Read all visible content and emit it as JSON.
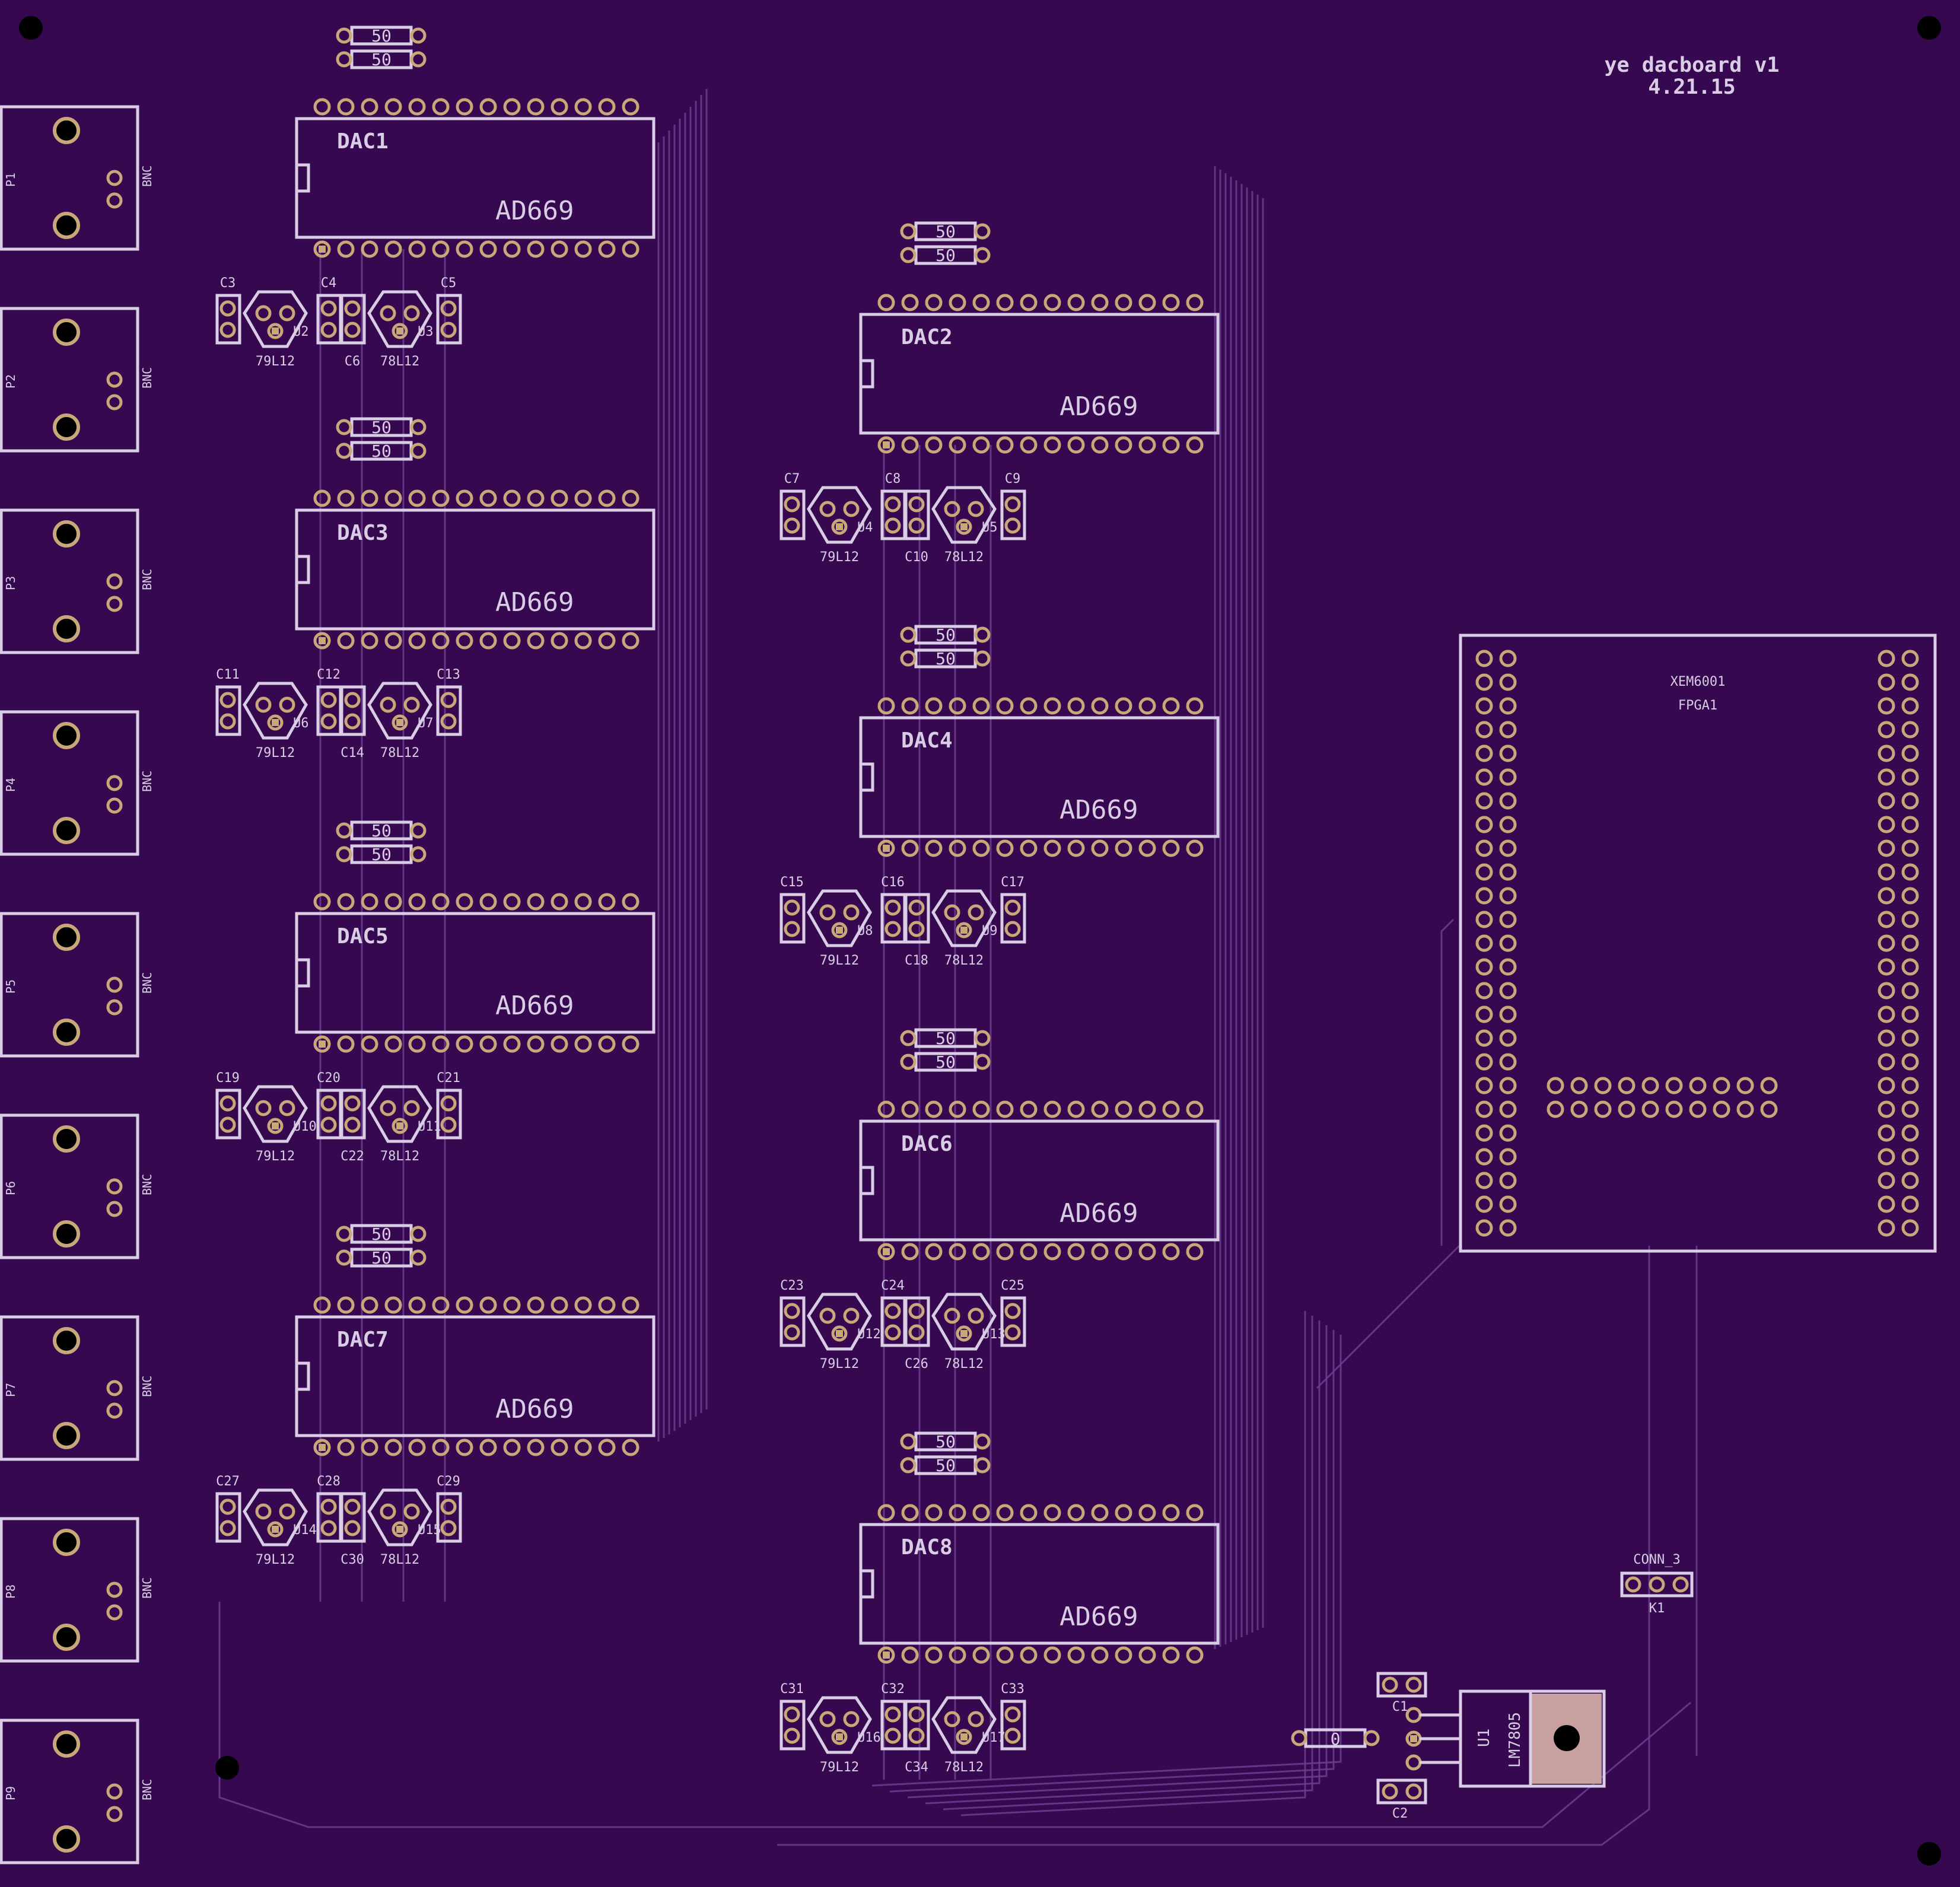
{
  "board": {
    "title_line1": "ye dacboard v1",
    "title_line2": "4.21.15",
    "background": "#36084f",
    "silk_color": "#d9cde6",
    "pad_color": "#c8a878"
  },
  "bnc": [
    {
      "ref": "P1",
      "type": "BNC"
    },
    {
      "ref": "P2",
      "type": "BNC"
    },
    {
      "ref": "P3",
      "type": "BNC"
    },
    {
      "ref": "P4",
      "type": "BNC"
    },
    {
      "ref": "P5",
      "type": "BNC"
    },
    {
      "ref": "P6",
      "type": "BNC"
    },
    {
      "ref": "P7",
      "type": "BNC"
    },
    {
      "ref": "P8",
      "type": "BNC"
    },
    {
      "ref": "P9",
      "type": "BNC"
    }
  ],
  "dacs": [
    {
      "ref": "DAC1",
      "part": "AD669",
      "res_top": "50",
      "res_bottom": "50",
      "caps": [
        "C3",
        "C4",
        "C6",
        "C5"
      ],
      "reg_neg": "U2",
      "reg_neg_val": "79L12",
      "reg_pos": "U3",
      "reg_pos_val": "78L12"
    },
    {
      "ref": "DAC2",
      "part": "AD669",
      "res_top": "50",
      "res_bottom": "50",
      "caps": [
        "C7",
        "C8",
        "C10",
        "C9"
      ],
      "reg_neg": "U4",
      "reg_neg_val": "79L12",
      "reg_pos": "U5",
      "reg_pos_val": "78L12"
    },
    {
      "ref": "DAC3",
      "part": "AD669",
      "res_top": "50",
      "res_bottom": "50",
      "caps": [
        "C11",
        "C12",
        "C14",
        "C13"
      ],
      "reg_neg": "U6",
      "reg_neg_val": "79L12",
      "reg_pos": "U7",
      "reg_pos_val": "78L12"
    },
    {
      "ref": "DAC4",
      "part": "AD669",
      "res_top": "50",
      "res_bottom": "50",
      "caps": [
        "C15",
        "C16",
        "C18",
        "C17"
      ],
      "reg_neg": "U8",
      "reg_neg_val": "79L12",
      "reg_pos": "U9",
      "reg_pos_val": "78L12"
    },
    {
      "ref": "DAC5",
      "part": "AD669",
      "res_top": "50",
      "res_bottom": "50",
      "caps": [
        "C19",
        "C20",
        "C22",
        "C21"
      ],
      "reg_neg": "U10",
      "reg_neg_val": "79L12",
      "reg_pos": "U11",
      "reg_pos_val": "78L12"
    },
    {
      "ref": "DAC6",
      "part": "AD669",
      "res_top": "50",
      "res_bottom": "50",
      "caps": [
        "C23",
        "C24",
        "C26",
        "C25"
      ],
      "reg_neg": "U12",
      "reg_neg_val": "79L12",
      "reg_pos": "U13",
      "reg_pos_val": "78L12"
    },
    {
      "ref": "DAC7",
      "part": "AD669",
      "res_top": "50",
      "res_bottom": "50",
      "caps": [
        "C27",
        "C28",
        "C30",
        "C29"
      ],
      "reg_neg": "U14",
      "reg_neg_val": "79L12",
      "reg_pos": "U15",
      "reg_pos_val": "78L12"
    },
    {
      "ref": "DAC8",
      "part": "AD669",
      "res_top": "50",
      "res_bottom": "50",
      "caps": [
        "C31",
        "C32",
        "C34",
        "C33"
      ],
      "reg_neg": "U16",
      "reg_neg_val": "79L12",
      "reg_pos": "U17",
      "reg_pos_val": "78L12"
    }
  ],
  "fpga": {
    "part": "XEM6001",
    "ref": "FPGA1"
  },
  "connector": {
    "name": "CONN_3",
    "ref": "K1"
  },
  "regulator": {
    "ref": "U1",
    "part": "LM7805",
    "cap_top": "C1",
    "cap_bottom": "C2",
    "resistor": "0"
  }
}
